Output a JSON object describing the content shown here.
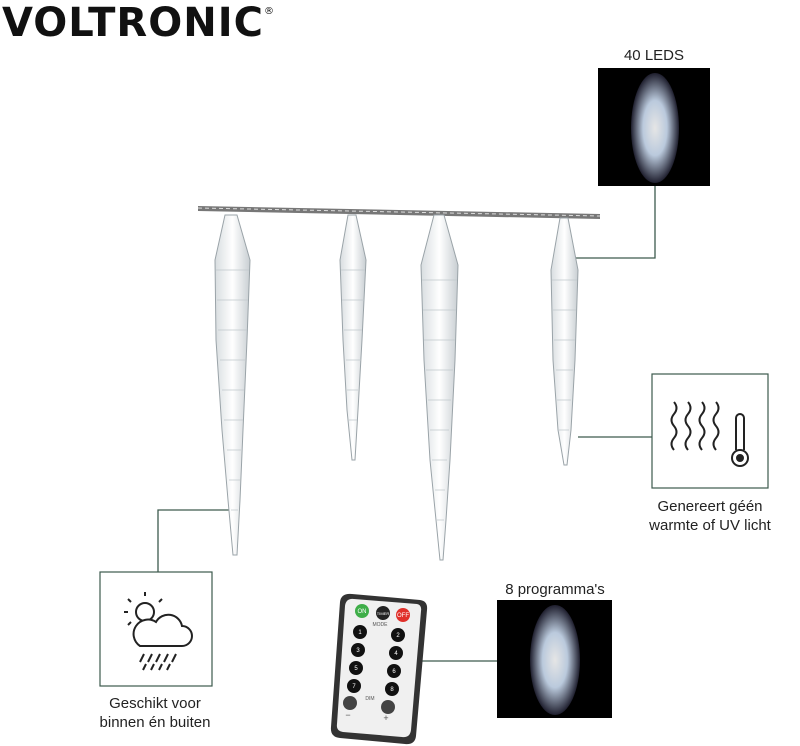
{
  "brand": {
    "logo_text": "VOLTRONIC",
    "registered": "®"
  },
  "features": {
    "leds": "40 LEDS",
    "no_heat_line1": "Genereert géén",
    "no_heat_line2": "warmte of UV licht",
    "indoor_outdoor_line1": "Geschikt voor",
    "indoor_outdoor_line2": "binnen én buiten",
    "programs": "8 programma's"
  },
  "remote": {
    "top_buttons": [
      "ON",
      "TIMER",
      "OFF"
    ],
    "mode_label": "MODE",
    "number_buttons": [
      "1",
      "2",
      "3",
      "4",
      "5",
      "6",
      "7",
      "8"
    ],
    "dim_label": "DIM",
    "minus": "−",
    "plus": "+"
  },
  "colors": {
    "line": "#3d5a4e",
    "on": "#3fae49",
    "off": "#e0302a"
  }
}
